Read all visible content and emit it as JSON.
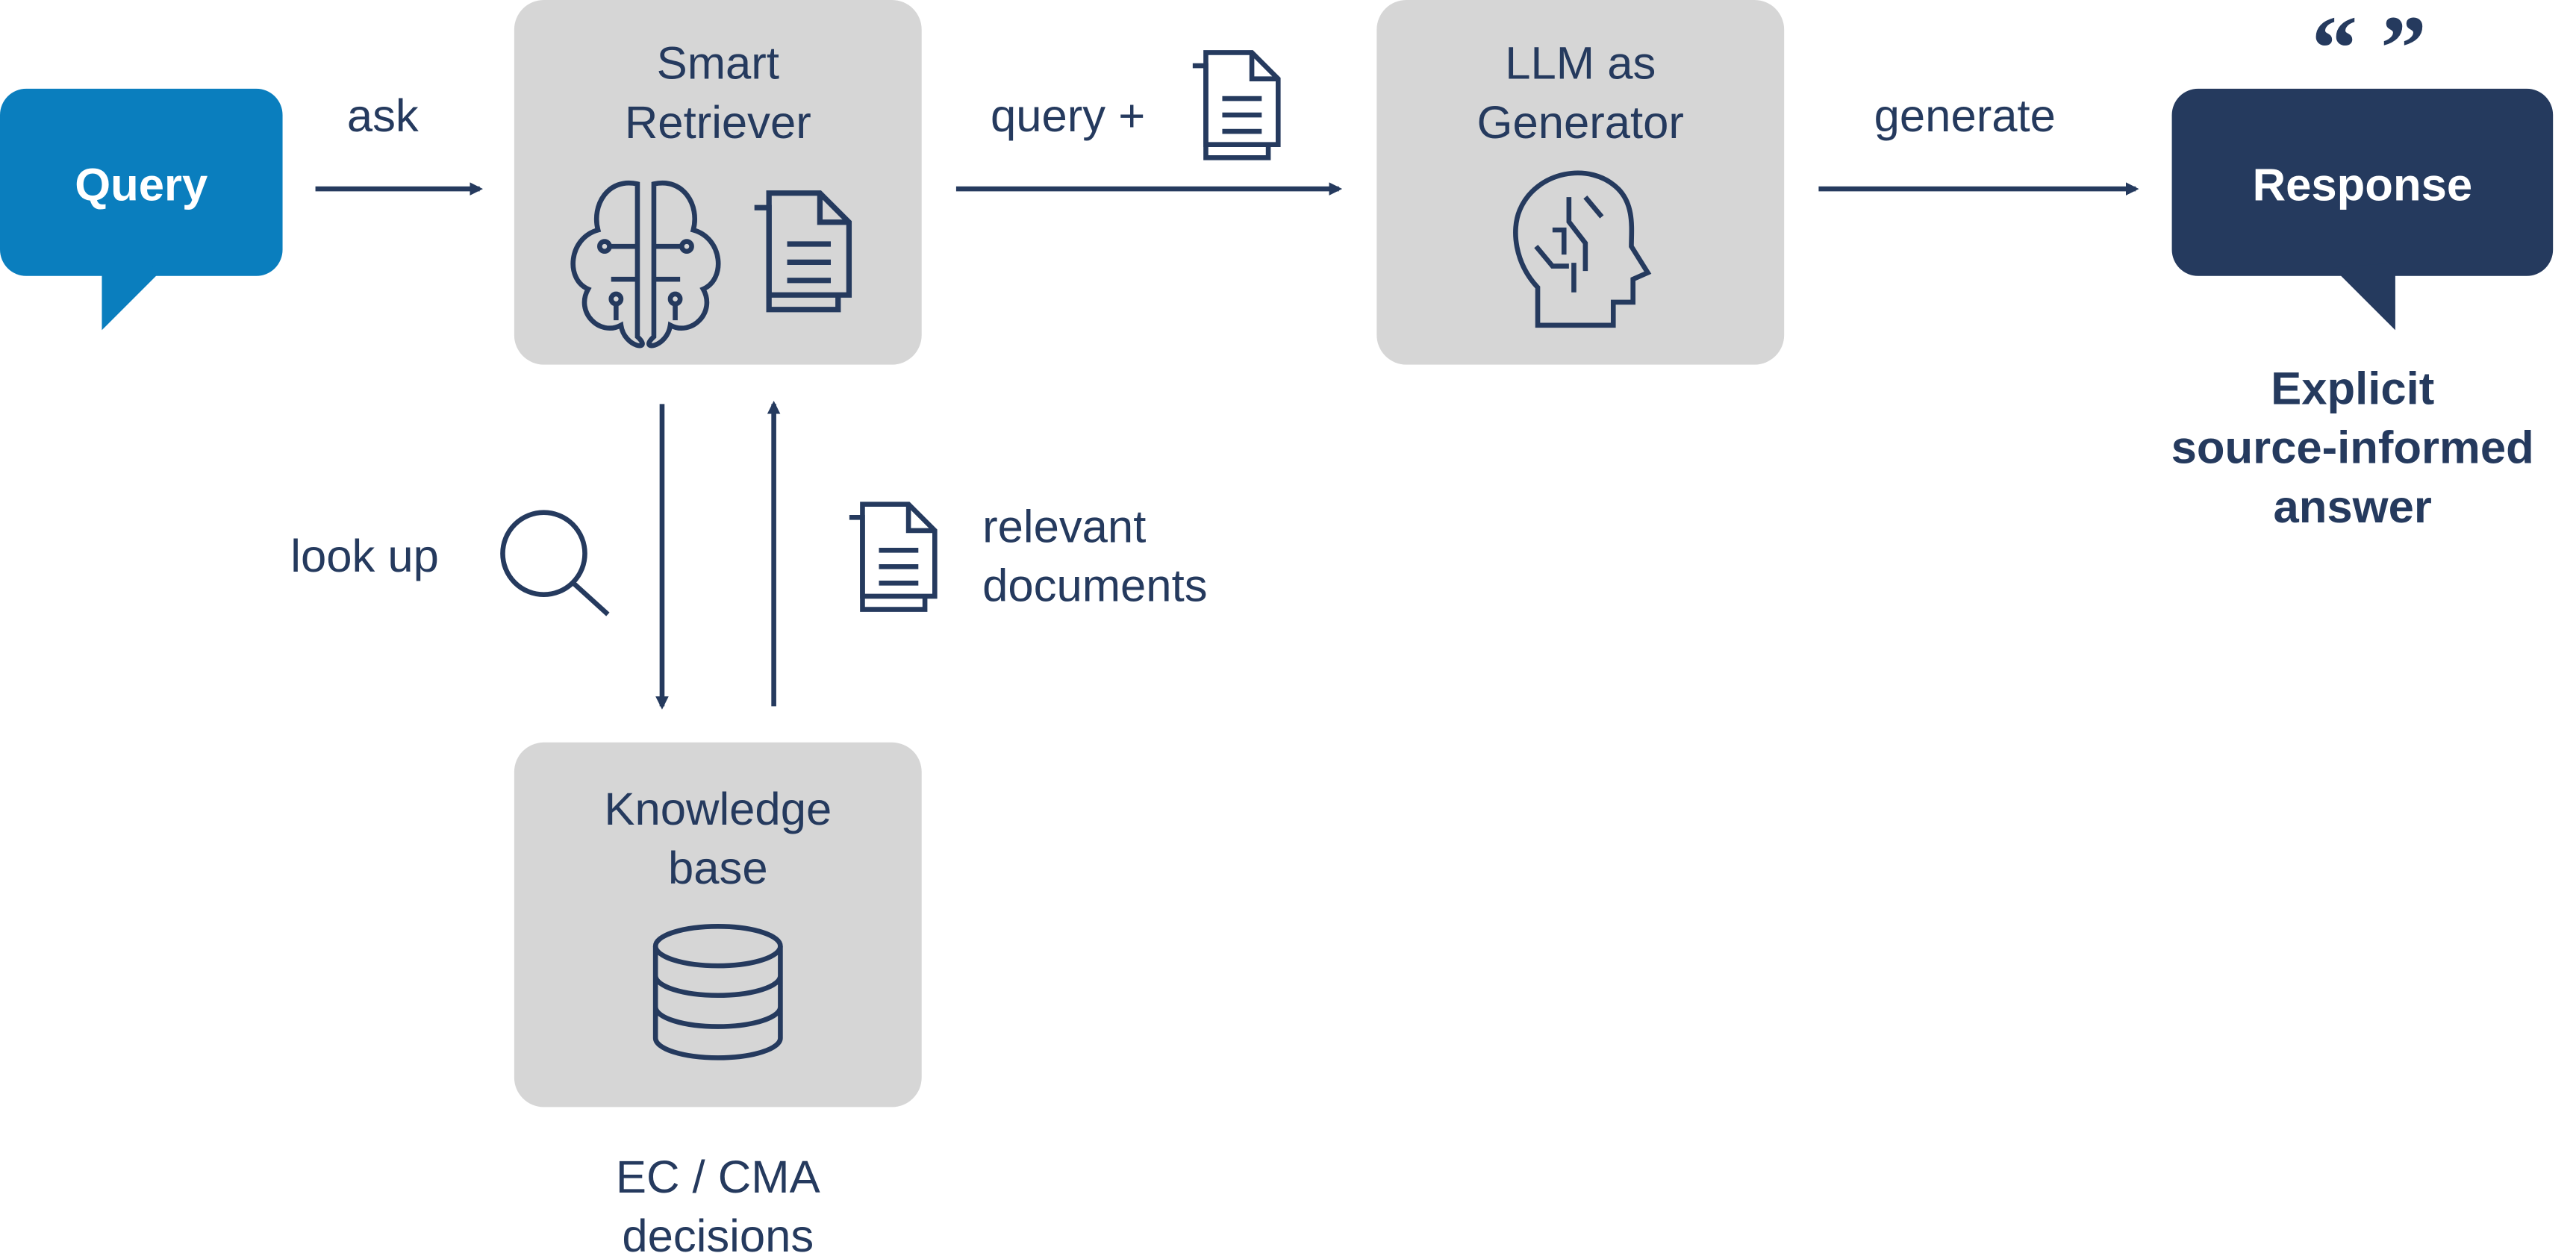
{
  "colors": {
    "query": "#0a7ebe",
    "response": "#253a5e",
    "box": "#d6d6d6",
    "ink": "#253a5e"
  },
  "query": {
    "label": "Query"
  },
  "ask": "ask",
  "retriever": {
    "line1": "Smart",
    "line2": "Retriever",
    "icons": [
      "brain-circuit-icon",
      "documents-icon"
    ]
  },
  "query_plus": "query +",
  "generator": {
    "line1": "LLM as",
    "line2": "Generator",
    "icon": "head-circuit-icon"
  },
  "generate": "generate",
  "response": {
    "label": "Response",
    "quote": "“ ”",
    "caption": [
      "Explicit",
      "source-informed",
      "answer"
    ]
  },
  "look_up": "look up",
  "relevant": [
    "relevant",
    "documents"
  ],
  "knowledge": {
    "line1": "Knowledge",
    "line2": "base",
    "icon": "database-icon",
    "caption": [
      "EC / CMA",
      "decisions"
    ]
  }
}
